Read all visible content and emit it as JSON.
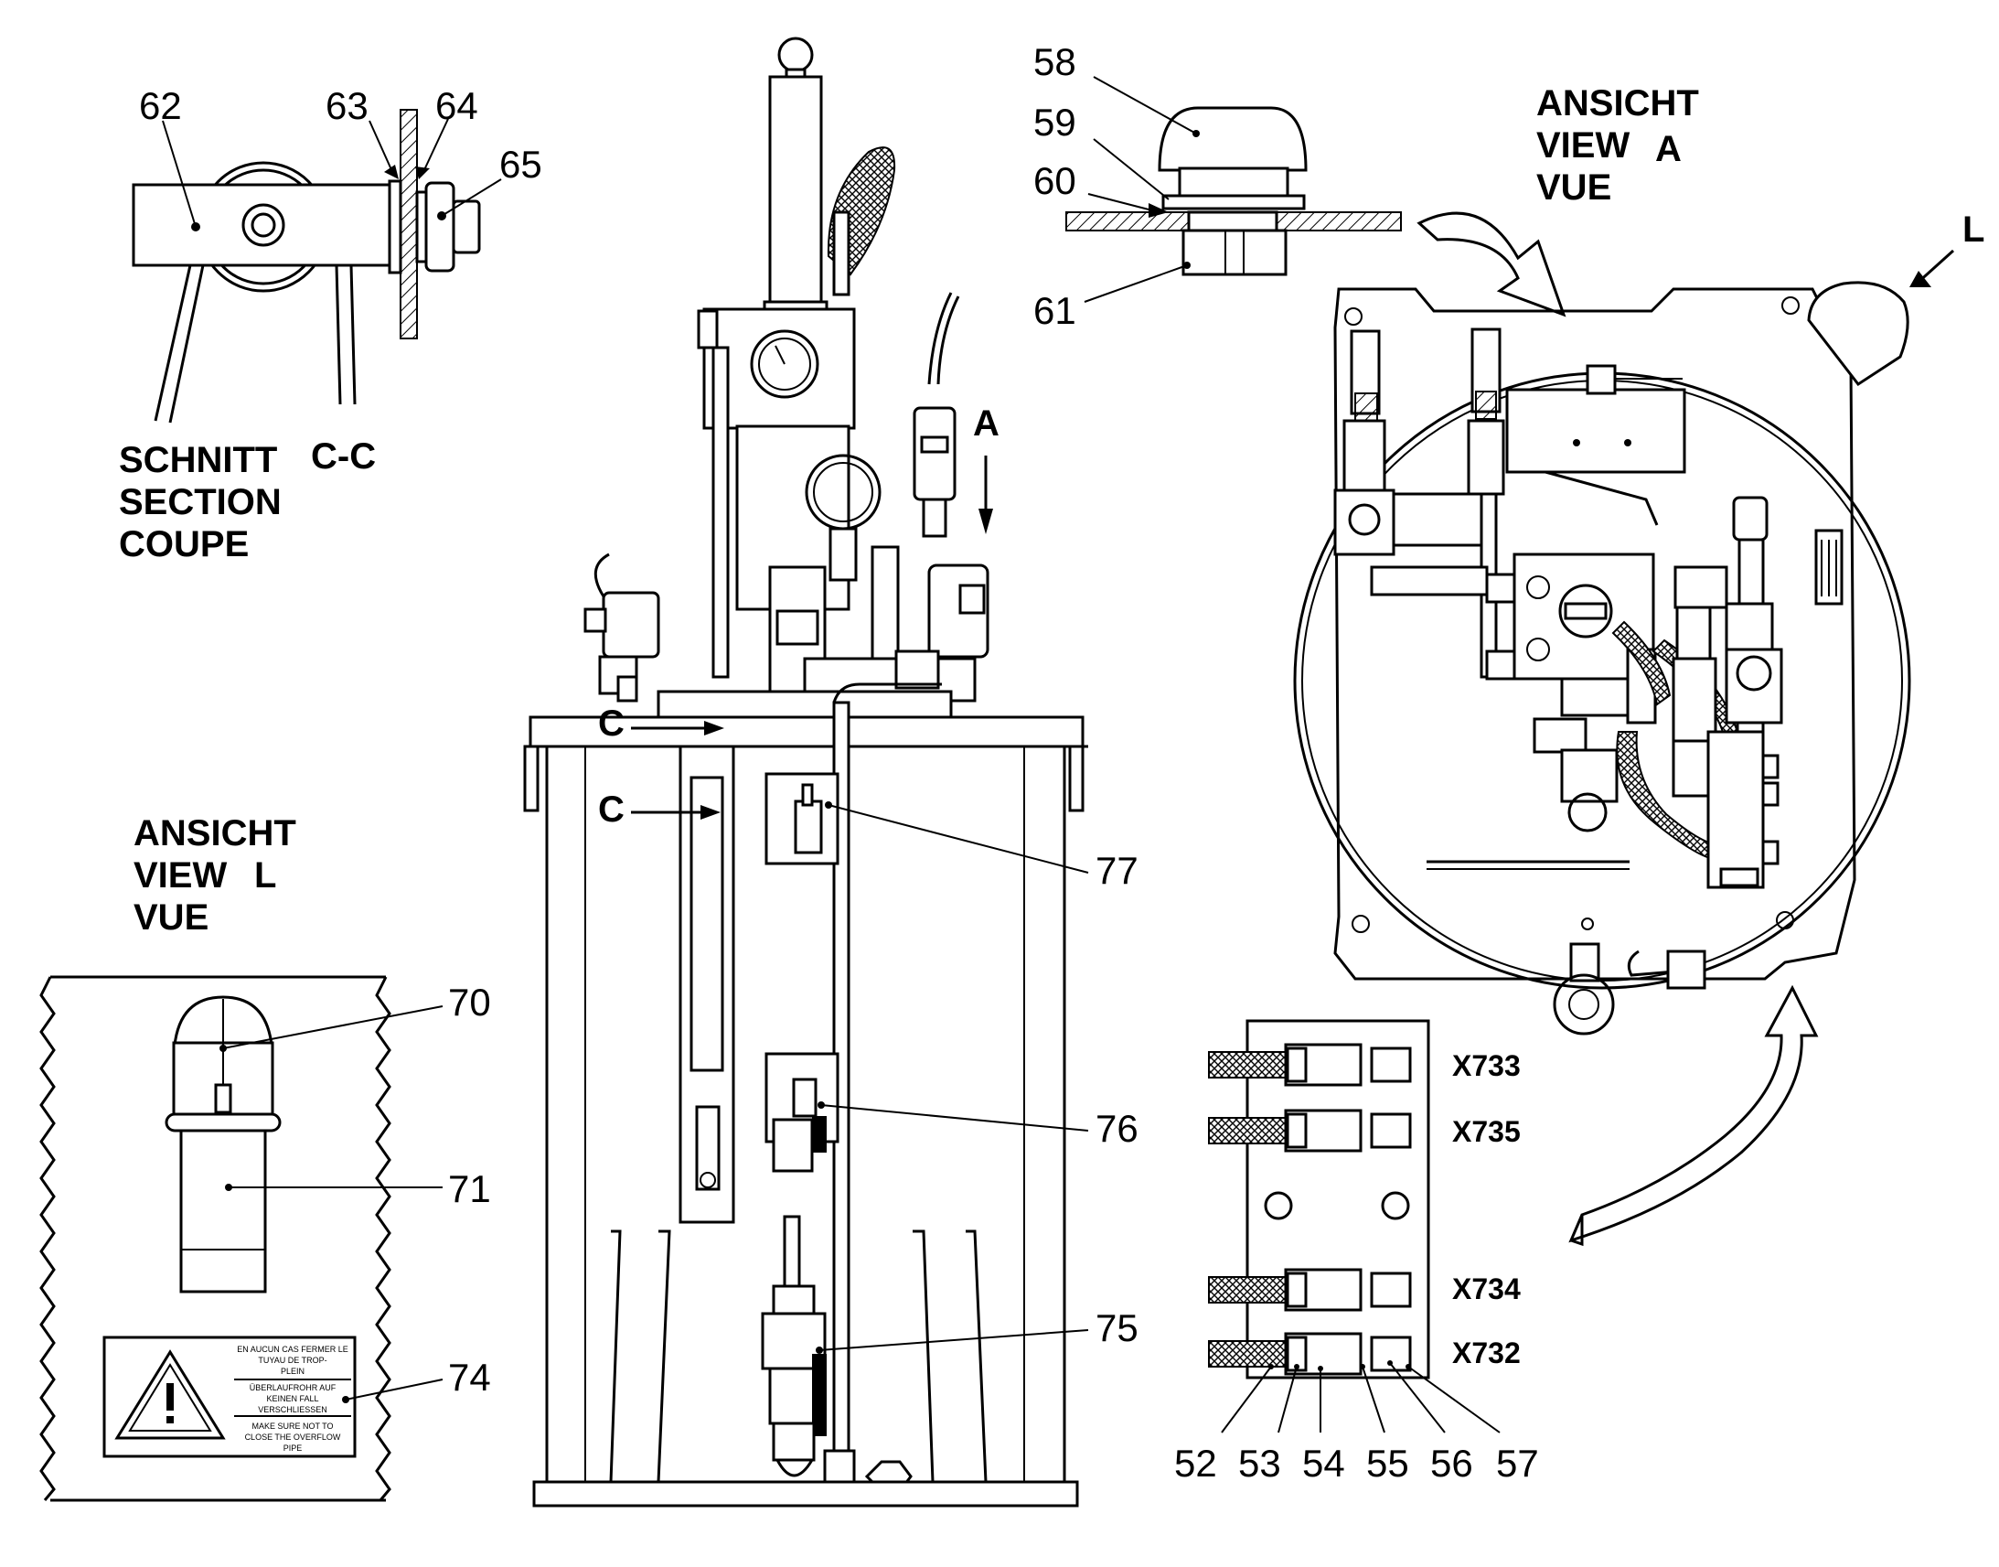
{
  "section_cc": {
    "title_lines": [
      "SCHNITT",
      "SECTION",
      "COUPE"
    ],
    "tag": "C-C",
    "callouts": [
      "62",
      "63",
      "64",
      "65"
    ]
  },
  "view_l": {
    "title_lines": [
      "ANSICHT",
      "VIEW",
      "VUE"
    ],
    "tag": "L",
    "callouts": [
      "70",
      "71",
      "74"
    ],
    "warning_label": {
      "fr": [
        "EN AUCUN CAS FERMER LE",
        "TUYAU DE TROP-",
        "PLEIN"
      ],
      "de": [
        "ÜBERLAUFROHR AUF",
        "KEINEN FALL",
        "VERSCHLIESSEN"
      ],
      "en": [
        "MAKE SURE NOT TO",
        "CLOSE THE OVERFLOW",
        "PIPE"
      ]
    }
  },
  "view_a": {
    "title_lines": [
      "ANSICHT",
      "VIEW",
      "VUE"
    ],
    "tag": "A",
    "arrow_label": "L"
  },
  "main_unit": {
    "view_arrow_label": "A",
    "section_markers": [
      "C",
      "C"
    ],
    "callouts": [
      "75",
      "76",
      "77"
    ]
  },
  "cap_detail": {
    "callouts": [
      "58",
      "59",
      "60",
      "61"
    ]
  },
  "terminal_strip": {
    "connectors": [
      "X733",
      "X735",
      "X734",
      "X732"
    ],
    "callouts": [
      "52",
      "53",
      "54",
      "55",
      "56",
      "57"
    ]
  }
}
